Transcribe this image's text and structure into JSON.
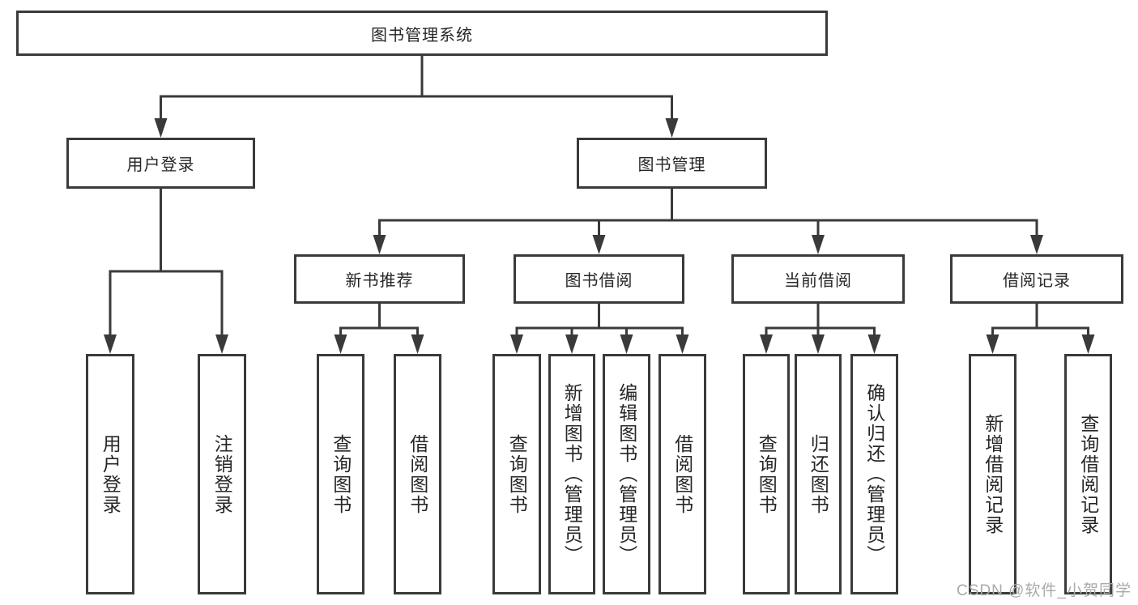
{
  "watermark": "CSDN @软件_小贺同学",
  "colors": {
    "line": "#3a3a3a",
    "text": "#262626",
    "background": "#ffffff",
    "watermark": "#a9a9a9"
  },
  "tree": {
    "root": "图书管理系统",
    "login": {
      "label": "用户登录",
      "children": [
        "用户登录",
        "注销登录"
      ]
    },
    "management": {
      "label": "图书管理",
      "sections": [
        {
          "label": "新书推荐",
          "children": [
            "查询图书",
            "借阅图书"
          ]
        },
        {
          "label": "图书借阅",
          "children": [
            "查询图书",
            "新增图书（管理员）",
            "编辑图书（管理员）",
            "借阅图书"
          ]
        },
        {
          "label": "当前借阅",
          "children": [
            "查询图书",
            "归还图书",
            "确认归还（管理员）"
          ]
        },
        {
          "label": "借阅记录",
          "children": [
            "新增借阅记录",
            "查询借阅记录"
          ]
        }
      ]
    }
  }
}
